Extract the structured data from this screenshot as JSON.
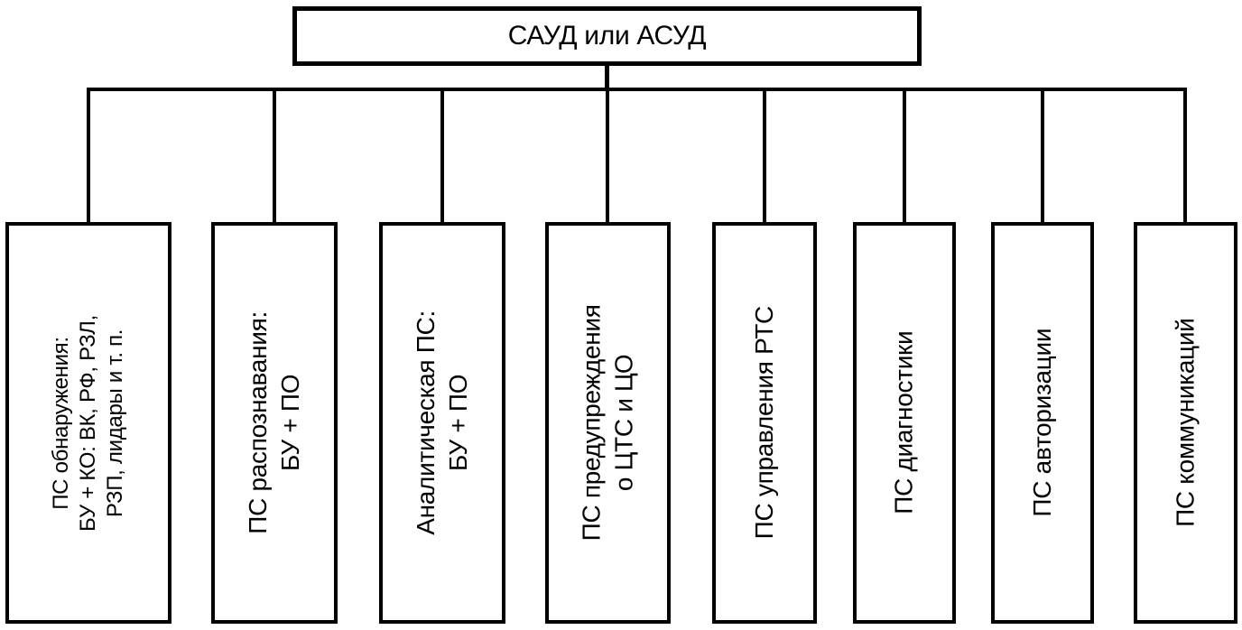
{
  "diagram": {
    "root": {
      "label": "САУД или АСУД"
    },
    "nodes": [
      {
        "label": "ПС обнаружения:\nБУ + КО: ВК, РФ, РЗЛ,\nРЗП, лидары и т. п."
      },
      {
        "label": "ПС распознавания:\nБУ + ПО"
      },
      {
        "label": "Аналитическая ПС:\nБУ + ПО"
      },
      {
        "label": "ПС предупреждения\nо ЦТС и ЦО"
      },
      {
        "label": "ПС управления РТС"
      },
      {
        "label": "ПС диагностики"
      },
      {
        "label": "ПС авторизации"
      },
      {
        "label": "ПС коммуникаций"
      }
    ],
    "colors": {
      "line": "#000000",
      "box_fill": "#ffffff",
      "text": "#000000",
      "background": "#ffffff"
    }
  }
}
